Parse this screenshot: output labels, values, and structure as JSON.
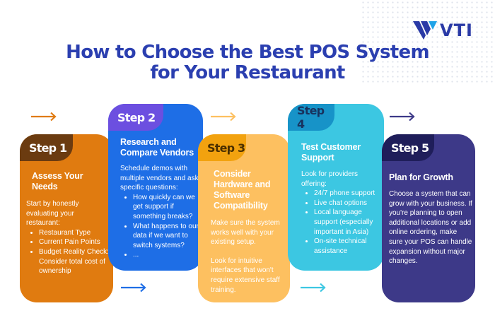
{
  "brand": {
    "name": "VTI"
  },
  "title": {
    "line1": "How to Choose the Best POS System",
    "line2": "for Your Restaurant"
  },
  "colors": {
    "title": "#2b3fb0",
    "step1": "#e07b10",
    "step1_tab": "#6b3b10",
    "step2": "#1e6ee6",
    "step2_tab": "#6c4fe0",
    "step3": "#fdc060",
    "step3_tab": "#f2a20f",
    "step4": "#3cc7e2",
    "step4_tab": "#1793c8",
    "step5": "#3d3988",
    "step5_tab": "#1f1e5a"
  },
  "steps": [
    {
      "label": "Step 1",
      "heading": "Assess Your Needs",
      "intro": "Start by honestly evaluating your restaurant:",
      "bullets": [
        "Restaurant Type",
        "Current Pain Points",
        "Budget Reality Check: Consider total cost of ownership"
      ]
    },
    {
      "label": "Step 2",
      "heading": "Research and Compare Vendors",
      "intro": "Schedule demos with multiple vendors and ask specific questions:",
      "bullets": [
        "How quickly can we get support if something breaks?",
        "What happens to our data if we want to switch systems?",
        "..."
      ]
    },
    {
      "label": "Step 3",
      "heading": "Consider Hardware and Software Compatibility",
      "para1": "Make sure the system works well with your existing setup.",
      "para2": "Look for intuitive interfaces that won't require extensive staff training."
    },
    {
      "label": "Step 4",
      "heading": "Test Customer Support",
      "intro": "Look for providers offering:",
      "bullets": [
        "24/7 phone support",
        "Live chat options",
        "Local language support (especially important in Asia)",
        "On-site technical assistance"
      ]
    },
    {
      "label": "Step 5",
      "heading": "Plan for Growth",
      "para1": "Choose a system that can grow with your business. If you're planning to open additional locations or add online ordering, make sure your POS can handle expansion without major changes."
    }
  ]
}
